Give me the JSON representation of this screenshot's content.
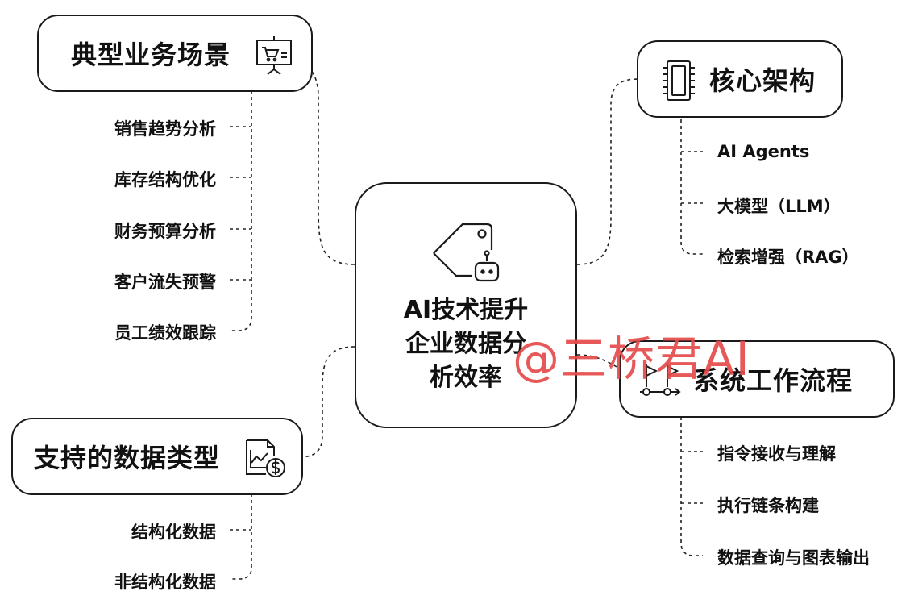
{
  "center": {
    "title_lines": [
      "AI技术提升",
      "企业数据分",
      "析效率"
    ]
  },
  "scenarios": {
    "title": "典型业务场景",
    "items": [
      "销售趋势分析",
      "库存结构优化",
      "财务预算分析",
      "客户流失预警",
      "员工绩效跟踪"
    ]
  },
  "data_types": {
    "title": "支持的数据类型",
    "items": [
      "结构化数据",
      "非结构化数据"
    ]
  },
  "architecture": {
    "title": "核心架构",
    "items": [
      "AI Agents",
      "大模型（LLM）",
      "检索增强（RAG）"
    ]
  },
  "workflow": {
    "title": "系统工作流程",
    "items": [
      "指令接收与理解",
      "执行链条构建",
      "数据查询与图表输出"
    ]
  },
  "watermark": "@三桥君AI",
  "icons": [
    "presentation-board-icon",
    "tag-robot-icon",
    "chip-icon",
    "document-dollar-chart-icon",
    "flags-flow-icon"
  ],
  "colors": {
    "stroke": "#1a1a1a",
    "watermark": "#e54b4b",
    "background": "#ffffff"
  }
}
